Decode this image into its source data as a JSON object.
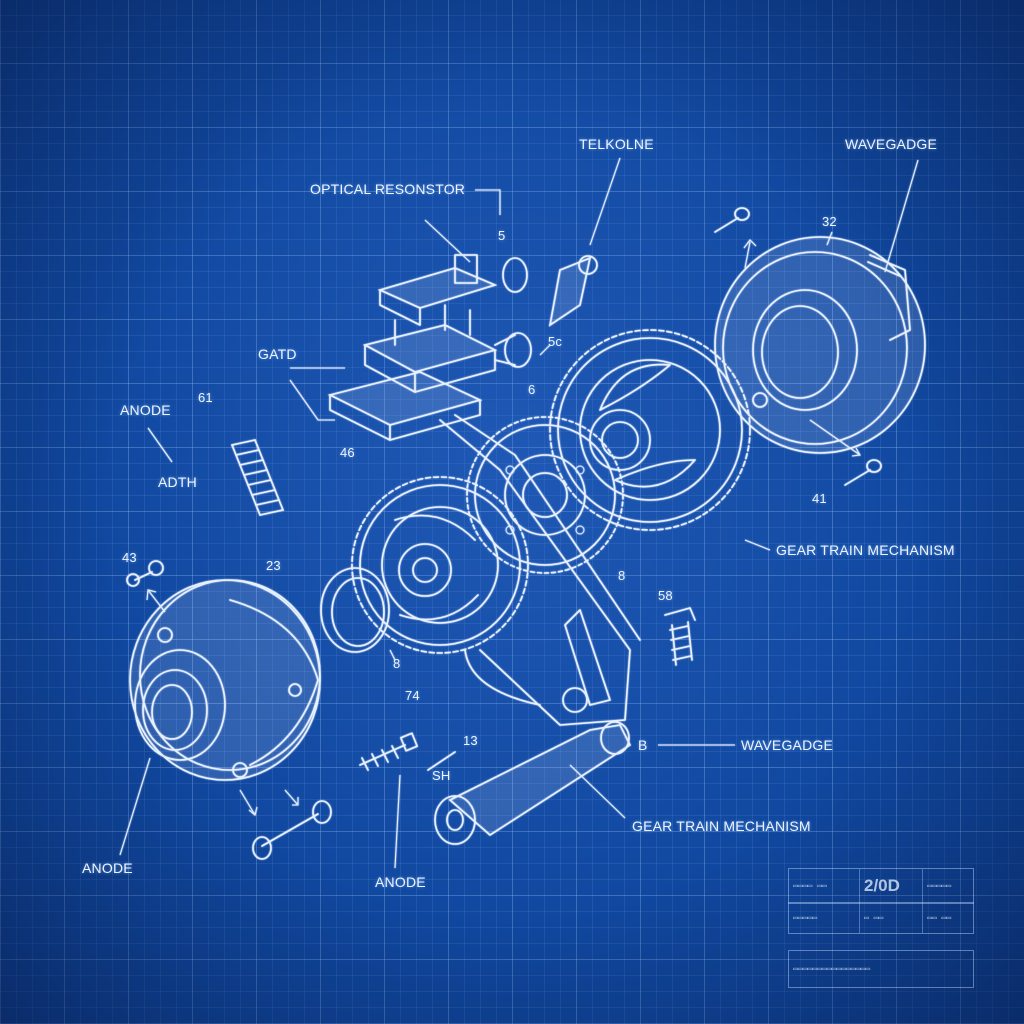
{
  "labels": {
    "telkolne": "TELKOLNE",
    "wavegadge_top": "WAVEGADGE",
    "optical_resonstor": "OPTICAL RESONSTOR",
    "num_5": "5",
    "num_32": "32",
    "gatd": "GATD",
    "num_5c": "5c",
    "num_6": "6",
    "anode_left": "ANODE",
    "num_61": "61",
    "adth": "ADTH",
    "num_46": "46",
    "num_41": "41",
    "gear_train_right": "GEAR TRAIN MECHANISM",
    "num_43": "43",
    "num_23": "23",
    "num_8_mid": "8",
    "num_58": "58",
    "num_8_low": "8",
    "num_74": "74",
    "num_13": "13",
    "sh": "SH",
    "b": "B",
    "wavegadge_bottom": "WAVEGADGE",
    "gear_train_bottom": "GEAR TRAIN MECHANISM",
    "anode_bottom_left": "ANODE",
    "anode_bottom_center": "ANODE"
  },
  "title_block": {
    "code": "2/0D"
  }
}
